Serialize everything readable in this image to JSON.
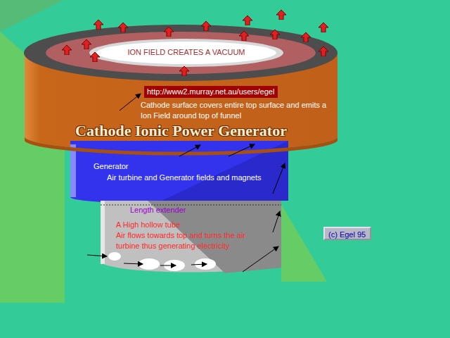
{
  "diagram": {
    "title": "Cathode Ionic Power Generator",
    "nodes": [
      {
        "text": [
          "ION FIELD CREATES A VACUUM"
        ]
      },
      {
        "text": [
          "Cathode surface covers entire top surface and emits a Ion Field around top of funnel",
          "Cathode Ionic Power Generator"
        ]
      },
      {
        "text": [
          "http://www2.murray.net.au/users/egel"
        ],
        "in": 1
      },
      {
        "text": [
          "Generator",
          "Air turbine and Generator fields and magnets"
        ]
      },
      {
        "text": [
          "Length extender",
          "A High hollow tube",
          "Air flows towards top and turns the air turbine thus generating electricity"
        ]
      },
      {
        "text": [
          "(c) Egel 95"
        ]
      }
    ],
    "edges": [],
    "labels": []
  }
}
